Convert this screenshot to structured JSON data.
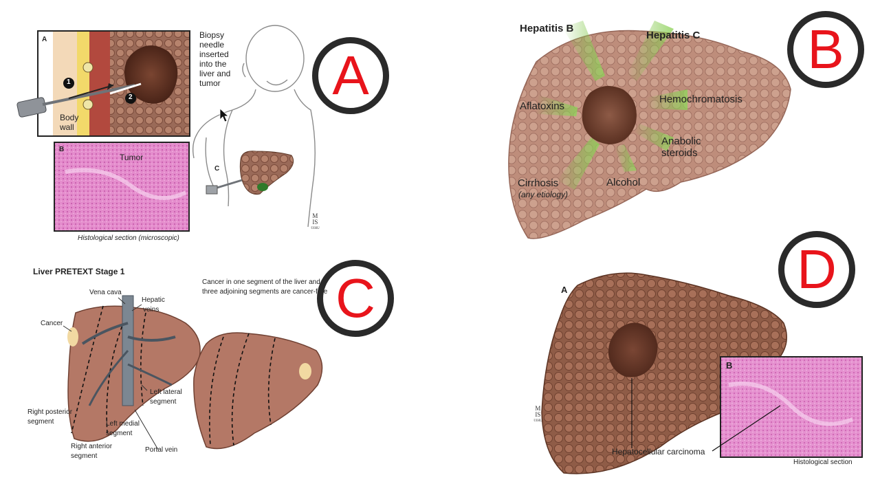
{
  "panels": {
    "a": {
      "letter": "A",
      "inset_a_label": "A",
      "inset_b_label": "B",
      "callout_c": "C",
      "biopsy_note": [
        "Biopsy",
        "needle",
        "inserted",
        "into the",
        "liver and",
        "tumor"
      ],
      "step_1": "1",
      "step_2": "2",
      "body_wall": [
        "Body",
        "wall"
      ],
      "tumor_label": "Tumor",
      "caption": "Histological section (microscopic)",
      "mark": [
        "M",
        "IS",
        "©IHU"
      ]
    },
    "b": {
      "letter": "B",
      "factors": [
        "Hepatitis B",
        "Hepatitis C",
        "Aflatoxins",
        "Hemochromatosis",
        "Anabolic",
        "steroids",
        "Cirrhosis",
        "(any etiology)",
        "Alcohol"
      ]
    },
    "c": {
      "letter": "C",
      "title": "Liver PRETEXT Stage 1",
      "note": [
        "Cancer in one segment of the liver and",
        "three adjoining segments are cancer-free"
      ],
      "labels": {
        "vena_cava": "Vena cava",
        "hepatic": "Hepatic",
        "veins": "veins",
        "cancer": "Cancer",
        "left_lateral": "Left lateral",
        "segment": "segment",
        "right_posterior": "Right posterior",
        "left_medial": "Left medial",
        "right_anterior": "Right anterior",
        "portal_vein": "Portal vein"
      }
    },
    "d": {
      "letter": "D",
      "inset_a_label": "A",
      "inset_b_label": "B",
      "hcc_label": "Hepatocellular carcinoma",
      "caption": "Histological section",
      "mark": [
        "M",
        "IS",
        "©IHU"
      ]
    }
  },
  "colors": {
    "letter_red": "#e8141b",
    "circle_ring": "#2a2a2a",
    "liver_brown": "#9b6a55",
    "liver_dark": "#6a3d2c",
    "histology_pink": "#e07fc2",
    "arrow_green": "#7fc04a",
    "segment_liver": "#b47866"
  },
  "icons": [
    "biopsy-needle-icon",
    "mouse-pointer-icon",
    "green-arrow-icon"
  ]
}
